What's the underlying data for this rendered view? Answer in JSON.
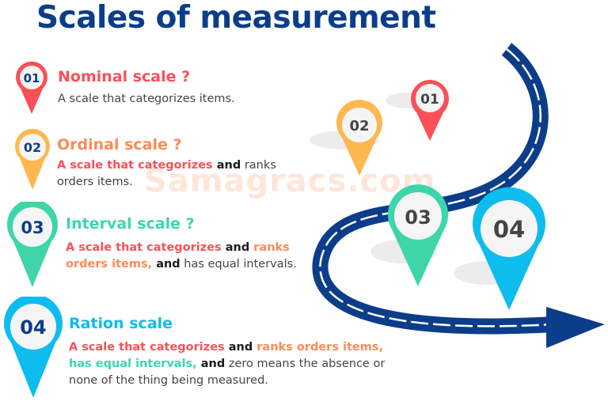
{
  "title": "Scales of measurement",
  "watermark": "Samagracs.com",
  "colors": {
    "navy": "#0c3d8a",
    "red": "#fb5057",
    "yellow": "#ffb74f",
    "green": "#3ed6a9",
    "blue": "#0fbcee",
    "orange_text": "#fe8a58"
  },
  "items": [
    {
      "number": "01",
      "title": "Nominal scale ?",
      "desc": [
        {
          "text": "A scale that categorizes items.",
          "style": "plain"
        }
      ]
    },
    {
      "number": "02",
      "title": "Ordinal  scale ?",
      "desc": [
        {
          "text": "A scale that categorizes",
          "style": "red"
        },
        {
          "text": " and",
          "style": "dark"
        },
        {
          "text": " ranks orders items.",
          "style": "plain"
        }
      ]
    },
    {
      "number": "03",
      "title": "Interval scale ?",
      "desc": [
        {
          "text": "A scale that categorizes",
          "style": "red"
        },
        {
          "text": " and",
          "style": "dark"
        },
        {
          "text": " ranks orders items,",
          "style": "orange"
        },
        {
          "text": " and",
          "style": "dark"
        },
        {
          "text": " has equal intervals.",
          "style": "plain"
        }
      ]
    },
    {
      "number": "04",
      "title": "Ration scale",
      "desc": [
        {
          "text": "A scale that categorizes",
          "style": "red"
        },
        {
          "text": " and",
          "style": "dark"
        },
        {
          "text": " ranks orders items,",
          "style": "orange"
        },
        {
          "text": " has equal intervals,",
          "style": "green"
        },
        {
          "text": " and",
          "style": "dark"
        },
        {
          "text": " zero means the absence or none of the thing being measured.",
          "style": "plain"
        }
      ]
    }
  ],
  "road_pins": [
    "01",
    "02",
    "03",
    "04"
  ]
}
